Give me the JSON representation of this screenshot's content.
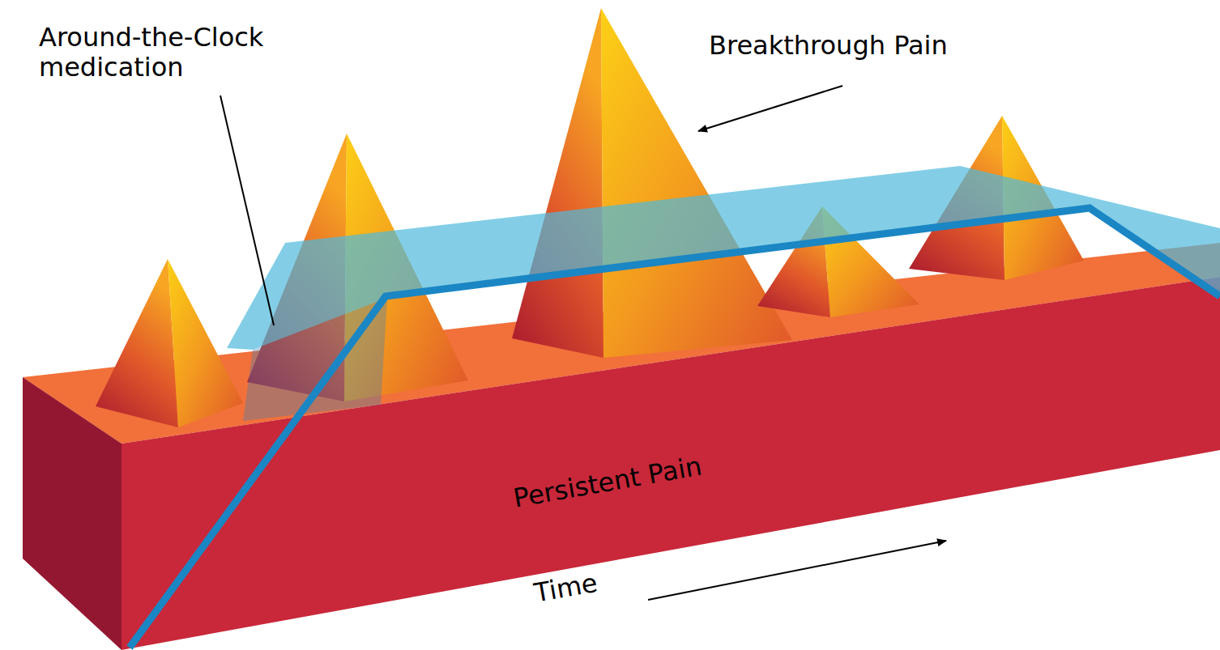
{
  "diagram": {
    "nodes": [
      {
        "text": [
          "Persistent Pain"
        ]
      }
    ],
    "labels": [
      "Around-the-Clock medication",
      "Breakthrough Pain",
      "Time"
    ]
  }
}
